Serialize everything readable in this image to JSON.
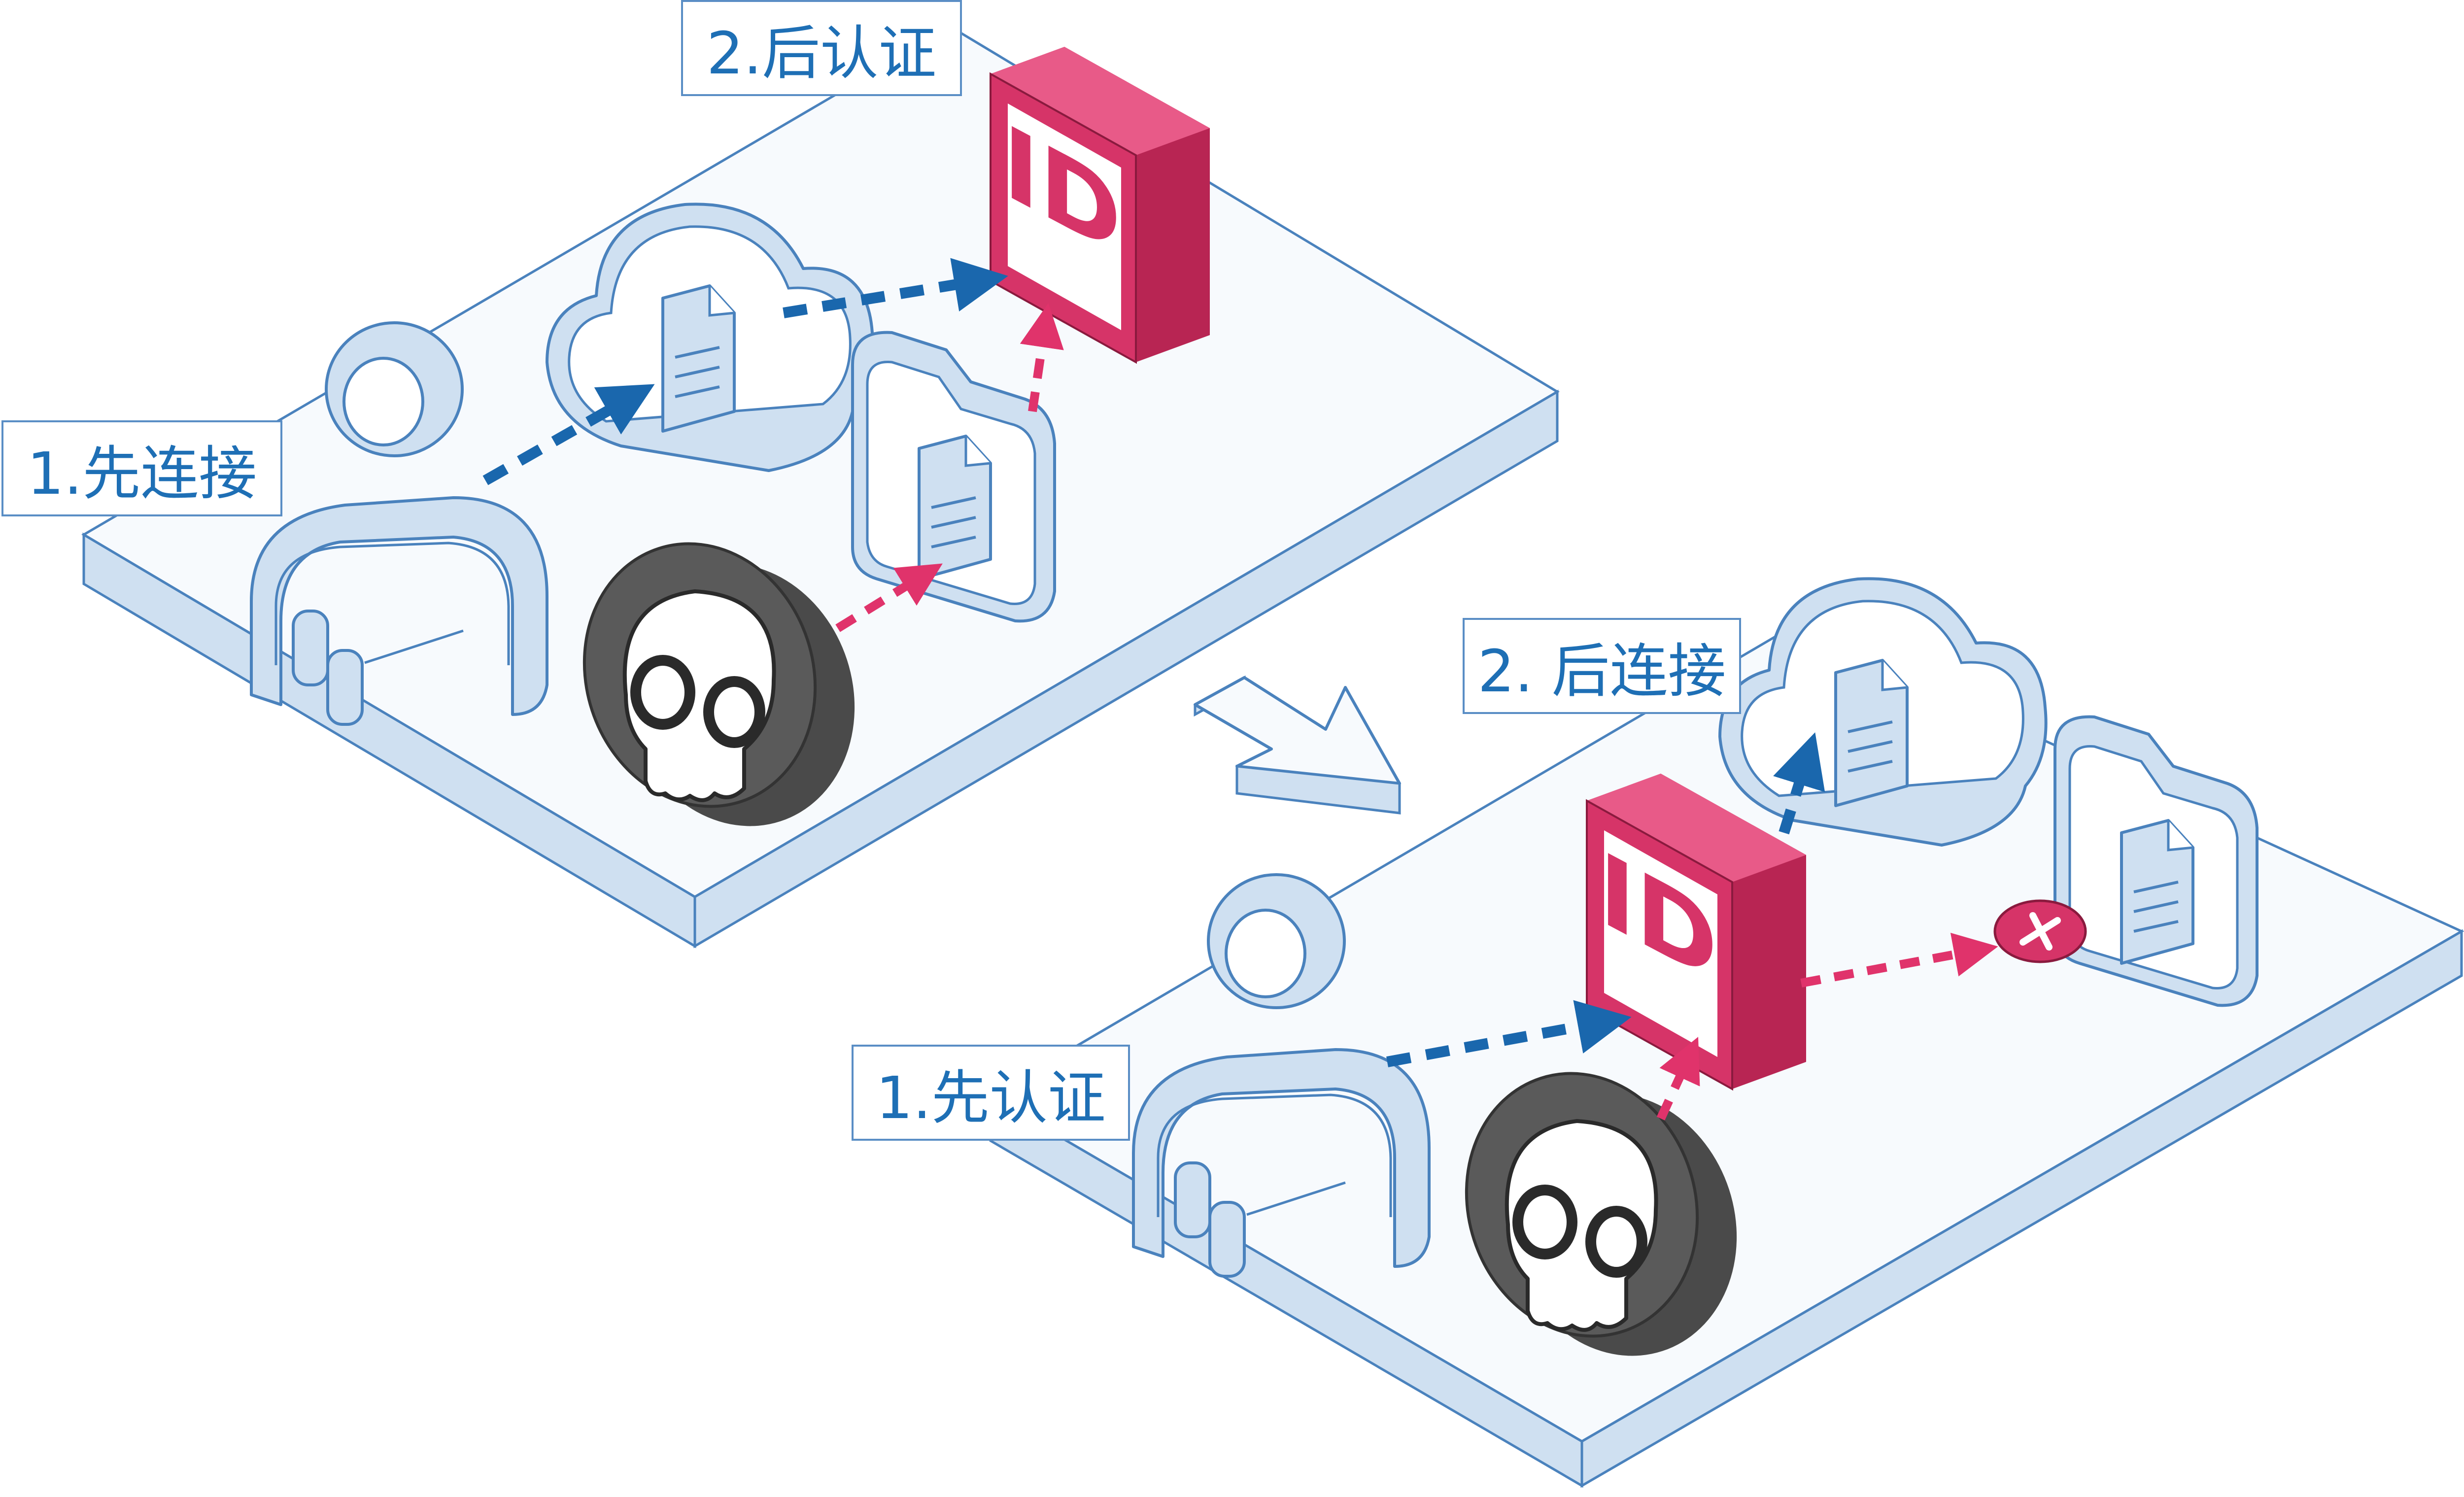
{
  "labels": {
    "top_step1": "1.先连接",
    "top_step2": "2.后认证",
    "bottom_step1": "1.先认证",
    "bottom_step2": "2. 后连接"
  },
  "id_badge_text": "ID",
  "icons": [
    "user-icon",
    "cloud-document-icon",
    "folder-document-icon",
    "id-card-icon",
    "skull-attacker-icon",
    "block-x-icon",
    "transition-arrow-icon"
  ],
  "colors": {
    "legit_arrow": "#1a67ad",
    "attack_arrow": "#e0336b",
    "id_block": "#d63468",
    "icon_fill": "#cfe0f1",
    "outline": "#4a82bd",
    "platform_top": "#f7fafd",
    "platform_side": "#cfe0f1",
    "skull": "#4a4a4a",
    "label_text": "#1e6fb5"
  }
}
